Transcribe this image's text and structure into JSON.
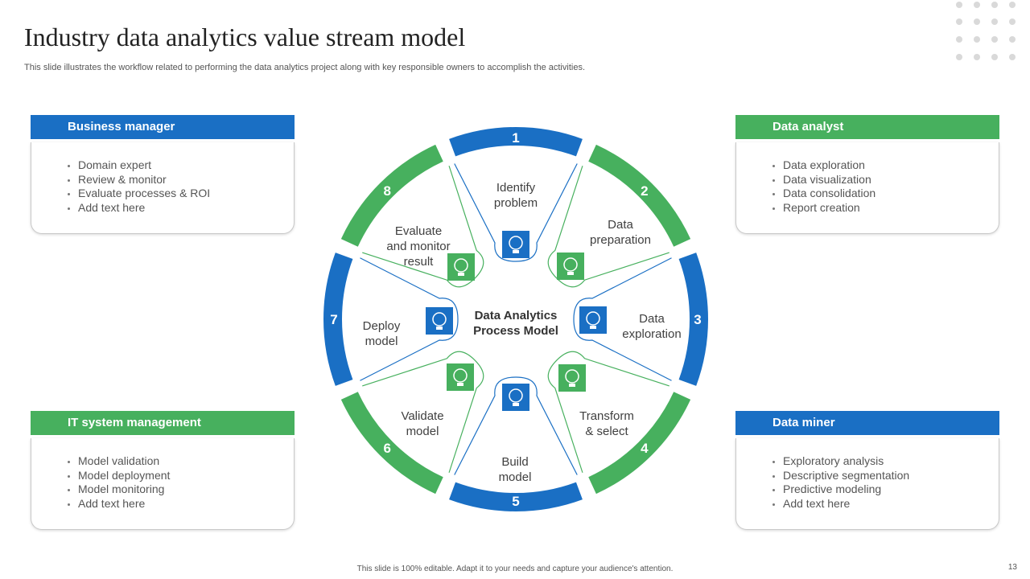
{
  "title": "Industry data analytics value stream model",
  "subtitle": "This slide illustrates the workflow related to performing the data analytics project along with key responsible owners to accomplish the activities.",
  "panels": {
    "business_manager": {
      "title": "Business manager",
      "items": [
        "Domain expert",
        "Review & monitor",
        "Evaluate processes & ROI",
        "Add text here"
      ]
    },
    "data_analyst": {
      "title": "Data analyst",
      "items": [
        "Data exploration",
        "Data visualization",
        "Data consolidation",
        "Report creation"
      ]
    },
    "it_system": {
      "title": "IT system management",
      "items": [
        "Model validation",
        "Model deployment",
        "Model monitoring",
        "Add text here"
      ]
    },
    "data_miner": {
      "title": "Data miner",
      "items": [
        "Exploratory analysis",
        "Descriptive segmentation",
        "Predictive modeling",
        "Add text here"
      ]
    }
  },
  "center": {
    "line1": "Data Analytics",
    "line2": "Process Model"
  },
  "steps": [
    {
      "number": "1",
      "line1": "Identify",
      "line2": "problem",
      "line3": "",
      "icon": "lightbulb-icon"
    },
    {
      "number": "2",
      "line1": "Data",
      "line2": "preparation",
      "line3": "",
      "icon": "document-search-icon"
    },
    {
      "number": "3",
      "line1": "Data",
      "line2": "exploration",
      "line3": "",
      "icon": "presentation-chart-icon"
    },
    {
      "number": "4",
      "line1": "Transform",
      "line2": "& select",
      "line3": "",
      "icon": "idea-gear-icon"
    },
    {
      "number": "5",
      "line1": "Build",
      "line2": "model",
      "line3": "",
      "icon": "presenter-board-icon"
    },
    {
      "number": "6",
      "line1": "Validate",
      "line2": "model",
      "line3": "",
      "icon": "network-nodes-icon"
    },
    {
      "number": "7",
      "line1": "Deploy",
      "line2": "model",
      "line3": "",
      "icon": "gear-icon"
    },
    {
      "number": "8",
      "line1": "Evaluate",
      "line2": "and monitor",
      "line3": "result",
      "icon": "monitor-chart-icon"
    }
  ],
  "colors": {
    "blue": "#1a6fc4",
    "green": "#47b05e"
  },
  "footer": "This slide is 100% editable. Adapt it to your needs and capture your audience's attention.",
  "page_number": "13"
}
